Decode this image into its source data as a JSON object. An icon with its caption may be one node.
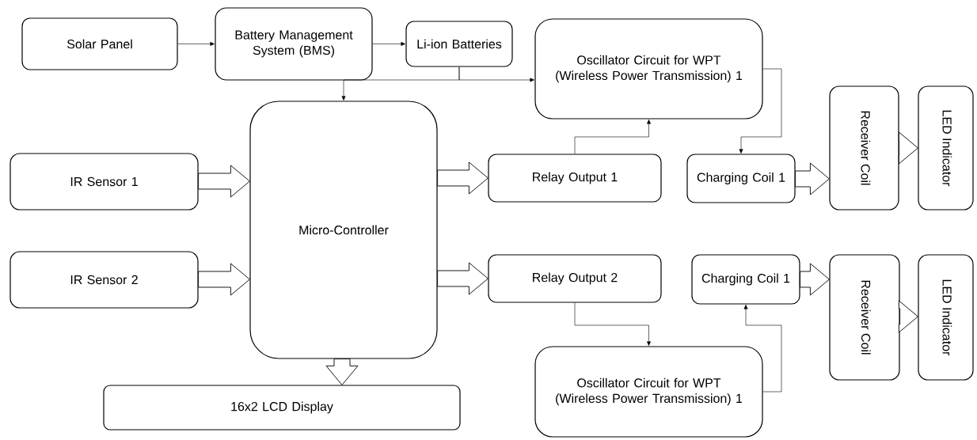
{
  "diagram": {
    "nodes": [
      {
        "text": [
          "Solar Panel"
        ]
      },
      {
        "text": [
          "Battery Management System (BMS)"
        ]
      },
      {
        "text": [
          "Li-ion Batteries"
        ]
      },
      {
        "text": [
          "Oscillator Circuit for WPT (Wireless Power Transmission) 1"
        ]
      },
      {
        "text": [
          "IR Sensor 1"
        ]
      },
      {
        "text": [
          "Micro-Controller"
        ]
      },
      {
        "text": [
          "Relay Output 1"
        ]
      },
      {
        "text": [
          "Charging Coil 1"
        ]
      },
      {
        "text": [
          "Receiver Coil"
        ]
      },
      {
        "text": [
          "LED Indicator"
        ]
      },
      {
        "text": [
          "IR Sensor 2"
        ]
      },
      {
        "text": [
          "Relay Output 2"
        ]
      },
      {
        "text": [
          "Charging Coil 1"
        ]
      },
      {
        "text": [
          "Receiver Coil"
        ]
      },
      {
        "text": [
          "LED Indicator"
        ]
      },
      {
        "text": [
          "Oscillator Circuit for WPT (Wireless Power Transmission) 1"
        ]
      },
      {
        "text": [
          "16x2 LCD Display"
        ]
      }
    ],
    "edges": [
      {
        "from": 0,
        "to": 1,
        "arrow": "to"
      },
      {
        "from": 1,
        "to": 2,
        "arrow": "to"
      },
      {
        "from": 2,
        "to": 5,
        "arrow": "to"
      },
      {
        "from": 2,
        "to": 3,
        "arrow": "to"
      },
      {
        "from": 4,
        "to": 5,
        "arrow": "to",
        "style": "thick"
      },
      {
        "from": 10,
        "to": 5,
        "arrow": "to",
        "style": "thick"
      },
      {
        "from": 5,
        "to": 6,
        "arrow": "to",
        "style": "thick"
      },
      {
        "from": 5,
        "to": 11,
        "arrow": "to",
        "style": "thick"
      },
      {
        "from": 5,
        "to": 16,
        "arrow": "to",
        "style": "thick"
      },
      {
        "from": 6,
        "to": 3,
        "arrow": "to"
      },
      {
        "from": 3,
        "to": 7,
        "arrow": "to"
      },
      {
        "from": 7,
        "to": 8,
        "arrow": "to",
        "style": "thick"
      },
      {
        "from": 8,
        "to": 9,
        "arrow": "to",
        "style": "thick"
      },
      {
        "from": 11,
        "to": 15,
        "arrow": "to"
      },
      {
        "from": 15,
        "to": 12,
        "arrow": "to"
      },
      {
        "from": 12,
        "to": 13,
        "arrow": "to",
        "style": "thick"
      },
      {
        "from": 13,
        "to": 14,
        "arrow": "to",
        "style": "thick"
      }
    ]
  }
}
